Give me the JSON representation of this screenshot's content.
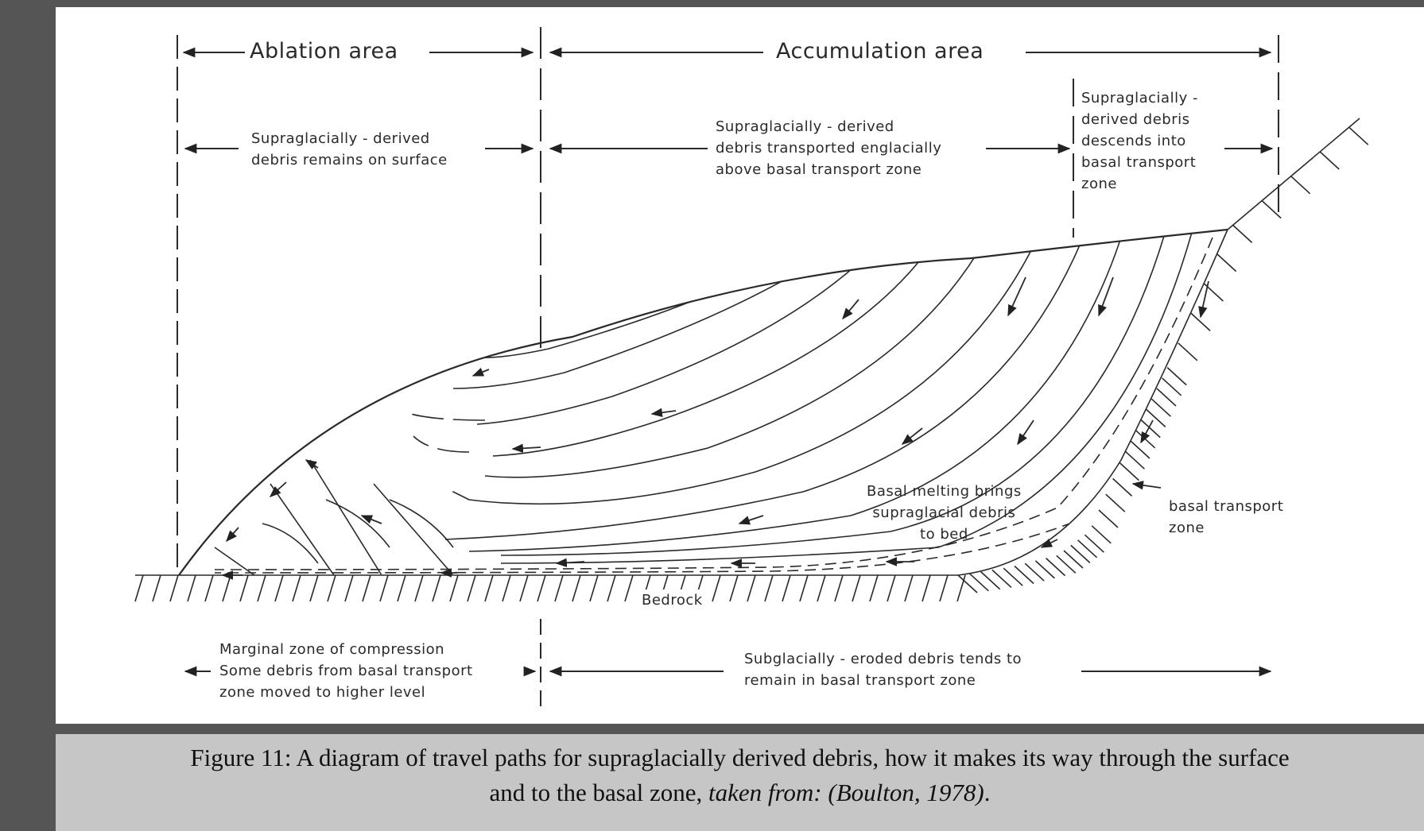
{
  "diagram": {
    "headers": {
      "ablation": "Ablation area",
      "accumulation": "Accumulation area"
    },
    "upper_notes": {
      "left": [
        "Supraglacially - derived",
        "debris remains on surface"
      ],
      "middle": [
        "Supraglacially - derived",
        "debris transported englacially",
        "above basal transport zone"
      ],
      "right": [
        "Supraglacially -",
        "derived debris",
        "descends into",
        "basal transport",
        "zone"
      ]
    },
    "inner_labels": {
      "basal_melting": [
        "Basal melting brings",
        "supraglacial debris",
        "to bed"
      ],
      "basal_transport": [
        "basal transport",
        "zone"
      ],
      "bedrock": "Bedrock"
    },
    "lower_notes": {
      "left": [
        "Marginal zone of compression",
        "Some debris from basal transport",
        "zone moved to higher level"
      ],
      "right": [
        "Subglacially - eroded debris tends to",
        "remain in basal transport zone"
      ]
    }
  },
  "caption": {
    "line1": "Figure 11: A diagram of travel paths for supraglacially derived debris, how it makes its way through the surface",
    "line2_plain": "and to the basal zone, ",
    "line2_italic": "taken from: (Boulton, 1978)",
    "line2_end": "."
  }
}
